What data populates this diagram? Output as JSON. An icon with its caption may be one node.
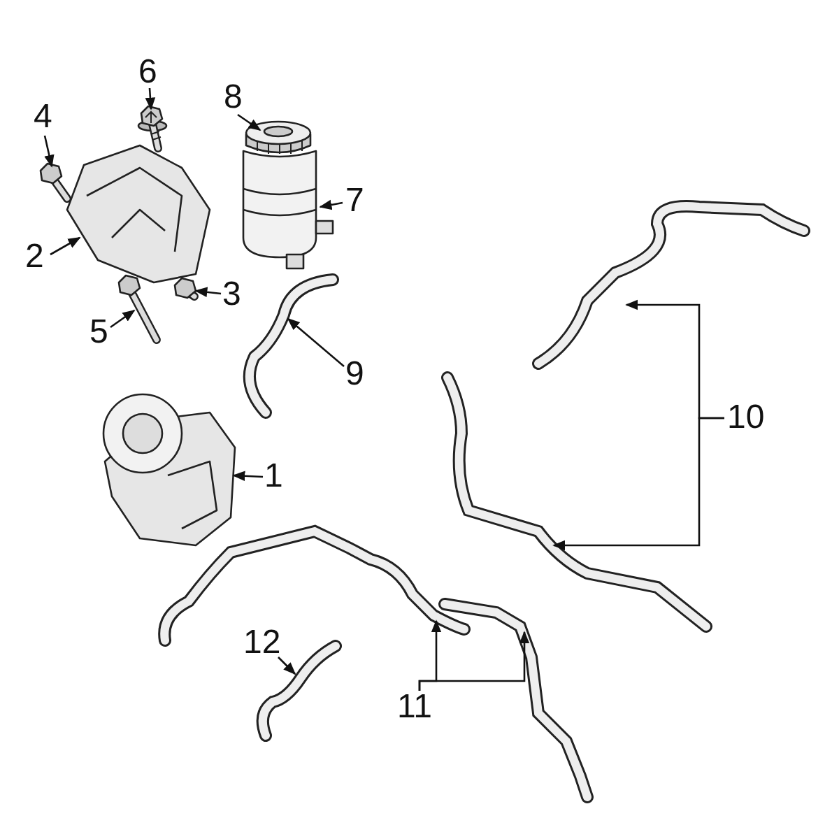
{
  "diagram": {
    "nodes": [
      {
        "text": [
          "4"
        ]
      },
      {
        "text": [
          "6"
        ]
      },
      {
        "text": [
          "8"
        ]
      },
      {
        "text": [
          "7"
        ]
      },
      {
        "text": [
          "2"
        ]
      },
      {
        "text": [
          "3"
        ]
      },
      {
        "text": [
          "5"
        ]
      },
      {
        "text": [
          "9"
        ]
      },
      {
        "text": [
          "10"
        ]
      },
      {
        "text": [
          "1"
        ]
      },
      {
        "text": [
          "12"
        ]
      },
      {
        "text": [
          "11"
        ]
      },
      {
        "text": [],
        "shape": "picture"
      },
      {
        "text": [],
        "shape": "picture"
      },
      {
        "text": [],
        "shape": "picture"
      },
      {
        "text": [],
        "shape": "picture"
      },
      {
        "text": [],
        "shape": "picture"
      },
      {
        "text": [],
        "shape": "picture"
      },
      {
        "text": [],
        "shape": "picture"
      },
      {
        "text": [],
        "shape": "picture"
      },
      {
        "text": [],
        "shape": "picture"
      },
      {
        "text": [],
        "shape": "picture"
      },
      {
        "text": [],
        "shape": "picture"
      },
      {
        "text": [],
        "shape": "picture"
      },
      {
        "text": [],
        "shape": "picture"
      },
      {
        "text": [],
        "shape": "picture"
      }
    ],
    "edges": [
      {
        "from": 0,
        "to": 12,
        "arrow": "to"
      },
      {
        "from": 1,
        "to": 13,
        "arrow": "to"
      },
      {
        "from": 2,
        "to": 14,
        "arrow": "to"
      },
      {
        "from": 3,
        "to": 15,
        "arrow": "to"
      },
      {
        "from": 4,
        "to": 16,
        "arrow": "to"
      },
      {
        "from": 5,
        "to": 17,
        "arrow": "to"
      },
      {
        "from": 6,
        "to": 18,
        "arrow": "to"
      },
      {
        "from": 7,
        "to": 19,
        "arrow": "to"
      },
      {
        "from": 8,
        "to": 20,
        "arrow": "to"
      },
      {
        "from": 8,
        "to": 21,
        "arrow": "to"
      },
      {
        "from": 9,
        "to": 22,
        "arrow": "to"
      },
      {
        "from": 10,
        "to": 23,
        "arrow": "to"
      },
      {
        "from": 11,
        "to": 24,
        "arrow": "to"
      },
      {
        "from": 11,
        "to": 25,
        "arrow": "to"
      }
    ]
  }
}
